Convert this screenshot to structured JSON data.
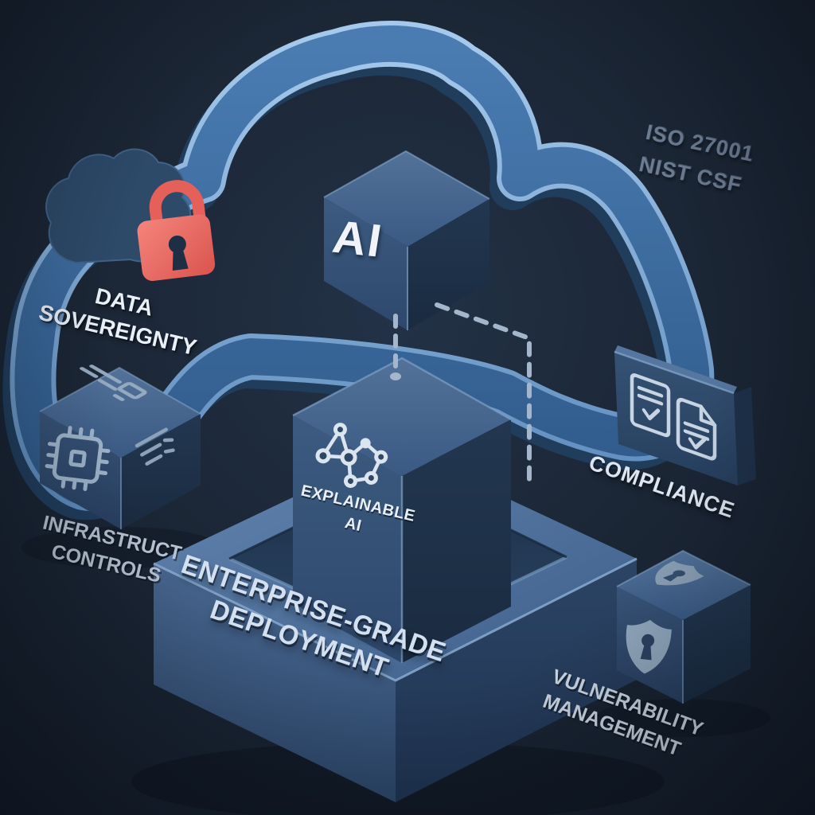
{
  "illustration": {
    "ai_cube": {
      "label": "AI"
    },
    "explainable_cube": {
      "line1": "EXPLAINABLE",
      "line2": "AI",
      "icon": "network-graph-icon"
    },
    "platform": {
      "line1": "ENTERPRISE-GRADE",
      "line2": "DEPLOYMENT"
    },
    "data_sovereignty": {
      "line1": "DATA",
      "line2": "SOVEREIGNTY",
      "icon": "cloud-lock-icon"
    },
    "infrastructure": {
      "line1": "INFRASTRUCT",
      "line2": "CONTROLS",
      "icon": "chip-icon"
    },
    "certifications": {
      "line1": "ISO 27001",
      "line2": "NIST CSF"
    },
    "compliance": {
      "label": "COMPLIANCE",
      "icon": "document-check-icon"
    },
    "vulnerability": {
      "line1": "VULNERABILITY",
      "line2": "MANAGEMENT",
      "icon": "shield-lock-icon"
    },
    "colors": {
      "background": "#18222f",
      "cloud": "#3c6da0",
      "cloud_highlight": "#9cc3e8",
      "cube_face": "#2e4765",
      "lock_red": "#e8635c",
      "dashed_line": "#a3b6cb",
      "text_bright": "#eaf0f7",
      "text_muted": "#6b7c93"
    }
  }
}
